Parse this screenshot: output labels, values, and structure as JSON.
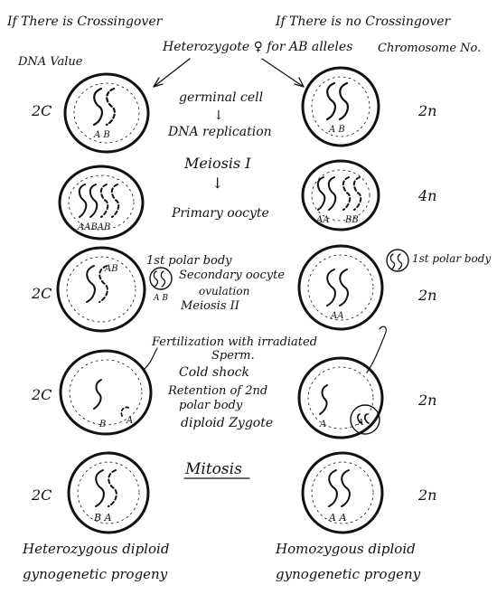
{
  "headers": {
    "left": "If There is Crossingover",
    "right": "If There is no Crossingover",
    "dna_value": "DNA Value",
    "chromosome_no": "Chromosome No."
  },
  "top_label": "Heterozygote ♀ for AB alleles",
  "steps": {
    "germinal_cell": "germinal cell",
    "arrow1": "↓",
    "dna_replication": "DNA replication",
    "meiosis1": "Meiosis I",
    "arrow2": "↓",
    "primary_oocyte": "Primary oocyte",
    "polar_body_left": "1st polar body",
    "secondary_oocyte": "Secondary oocyte",
    "ovulation": "ovulation",
    "meiosis2": "Meiosis II",
    "fertilization1": "Fertilization with irradiated",
    "fertilization2": "Sperm.",
    "cold_shock": "Cold shock",
    "retention1": "Retention of 2nd",
    "retention2": "polar body",
    "diploid_zygote": "diploid Zygote",
    "mitosis": "Mitosis",
    "polar_body_right": "1st polar body"
  },
  "dna_values": {
    "r1": "2C",
    "r3": "2C",
    "r4": "2C",
    "r5": "2C"
  },
  "chromosome_numbers": {
    "r1": "2n",
    "r2": "4n",
    "r3": "2n",
    "r4": "2n",
    "r5": "2n"
  },
  "allele_labels": {
    "l1": "A B",
    "l2": "AABAB",
    "l3": "AB",
    "l3pb": "A B",
    "l4a": "B",
    "l4b": "A",
    "l5": "B A",
    "r1": "A B",
    "r2a": "AA",
    "r2b": "BB",
    "r3": "AA",
    "r4a": "A",
    "r4b": "A",
    "r5": "A A"
  },
  "footers": {
    "left1": "Heterozygous diploid",
    "left2": "gynogenetic progeny",
    "right1": "Homozygous diploid",
    "right2": "gynogenetic progeny"
  }
}
